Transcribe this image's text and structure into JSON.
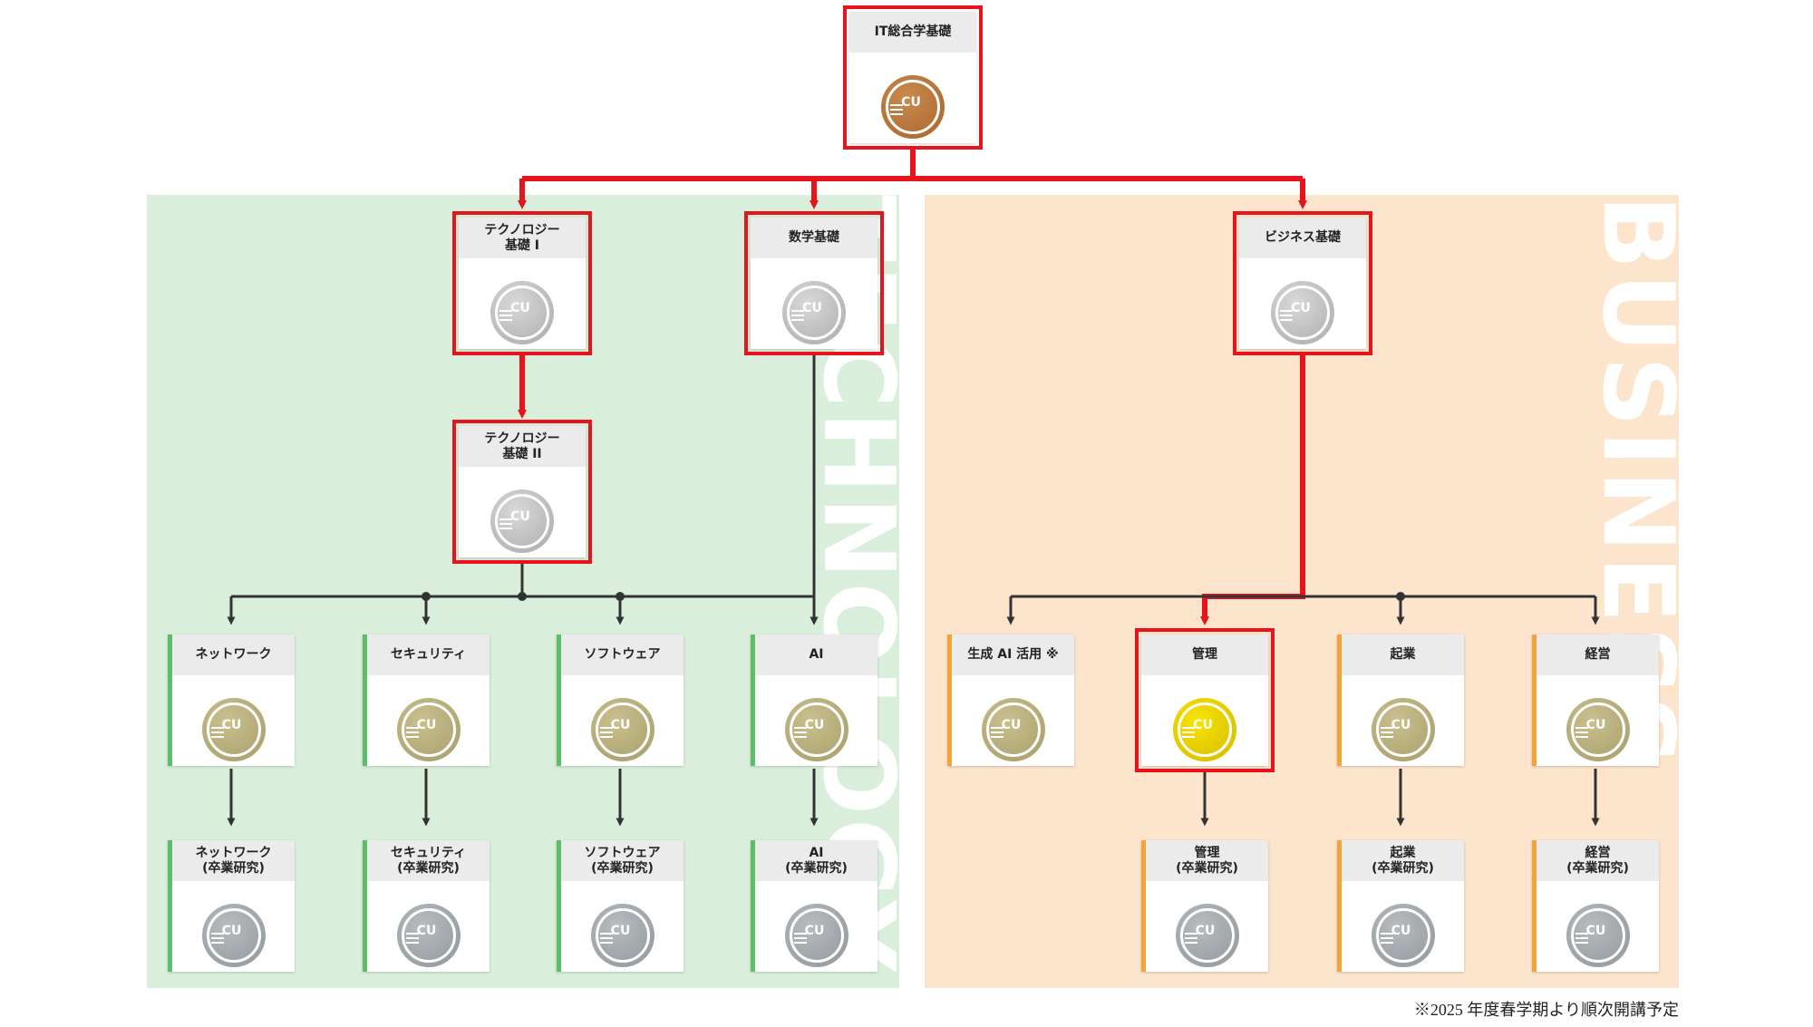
{
  "colors": {
    "tech_bg": "#d9efdb",
    "biz_bg": "#fde4cd",
    "highlight": "#e8141c",
    "connector": "#333333",
    "tech_accent": "#5cbf67",
    "biz_accent": "#f2a43a"
  },
  "watermarks": {
    "tech": "TECHNOLOGY",
    "biz": "BUSINESS"
  },
  "footnote": "※2025 年度春学期より順次開講予定",
  "nodes": {
    "it_general": {
      "title": "IT総合学基礎",
      "badge_color": "bronze"
    },
    "tech_1": {
      "title_1": "テクノロジー",
      "title_2": "基礎 I",
      "badge_color": "silver"
    },
    "math": {
      "title": "数学基礎",
      "badge_color": "silver"
    },
    "business": {
      "title": "ビジネス基礎",
      "badge_color": "silver"
    },
    "tech_2": {
      "title_1": "テクノロジー",
      "title_2": "基礎 II",
      "badge_color": "silver"
    },
    "network": {
      "title": "ネットワーク",
      "badge_color": "gold"
    },
    "security": {
      "title": "セキュリティ",
      "badge_color": "gold"
    },
    "software": {
      "title": "ソフトウェア",
      "badge_color": "gold"
    },
    "ai": {
      "title": "AI",
      "badge_color": "gold"
    },
    "genai": {
      "title": "生成 AI 活用 ※",
      "badge_color": "gold"
    },
    "management": {
      "title": "管理",
      "badge_color": "yellow"
    },
    "startup": {
      "title": "起業",
      "badge_color": "gold"
    },
    "admin": {
      "title": "経営",
      "badge_color": "gold"
    },
    "network_grad": {
      "title_1": "ネットワーク",
      "title_2": "(卒業研究)",
      "badge_color": "grey"
    },
    "security_grad": {
      "title_1": "セキュリティ",
      "title_2": "(卒業研究)",
      "badge_color": "grey"
    },
    "software_grad": {
      "title_1": "ソフトウェア",
      "title_2": "(卒業研究)",
      "badge_color": "grey"
    },
    "ai_grad": {
      "title_1": "AI",
      "title_2": "(卒業研究)",
      "badge_color": "grey"
    },
    "management_grad": {
      "title_1": "管理",
      "title_2": "(卒業研究)",
      "badge_color": "grey"
    },
    "startup_grad": {
      "title_1": "起業",
      "title_2": "(卒業研究)",
      "badge_color": "grey"
    },
    "admin_grad": {
      "title_1": "経営",
      "title_2": "(卒業研究)",
      "badge_color": "grey"
    }
  },
  "badge_mark": "CU"
}
